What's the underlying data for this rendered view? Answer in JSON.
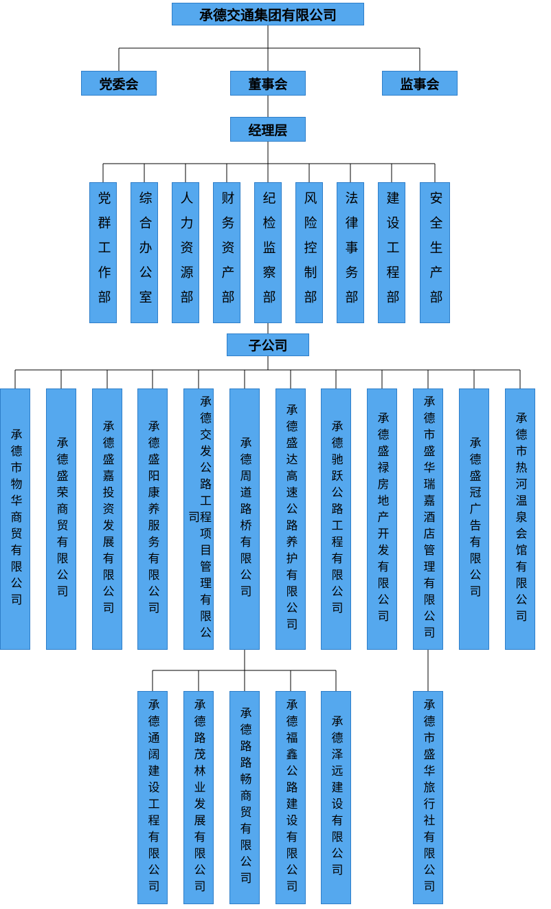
{
  "org": {
    "root": "承德交通集团有限公司",
    "level2": [
      "党委会",
      "董事会",
      "监事会"
    ],
    "management": "经理层",
    "departments": [
      "党群工作部",
      "综合办公室",
      "人力资源部",
      "财务资产部",
      "纪检监察部",
      "风险控制部",
      "法律事务部",
      "建设工程部",
      "安全生产部"
    ],
    "subsidiaries_label": "子公司",
    "subsidiaries": [
      "承德市物华商贸有限公司",
      "承德盛荣商贸有限公司",
      "承德盛嘉投资发展有限公司",
      "承德盛阳康养服务有限公司",
      "承德交发公路工程项目管理有限公司",
      "承德周道路桥有限公司",
      "承德盛达高速公路养护有限公司",
      "承德驰跃公路工程有限公司",
      "承德盛禄房地产开发有限公司",
      "承德市盛华瑞嘉酒店管理有限公司",
      "承德盛冠广告有限公司",
      "承德市热河温泉会馆有限公司"
    ],
    "zhoudao_children": [
      "承德通阔建设工程有限公司",
      "承德路茂林业发展有限公司",
      "承德路路畅商贸有限公司",
      "承德福鑫公路建设有限公司",
      "承德泽远建设有限公司"
    ],
    "hotel_child": "承德市盛华旅行社有限公司"
  },
  "colors": {
    "box_fill": "#55a8ee",
    "box_border": "#2d7dc8",
    "connector_line": "#000000",
    "text": "#000000",
    "background": "#ffffff"
  }
}
